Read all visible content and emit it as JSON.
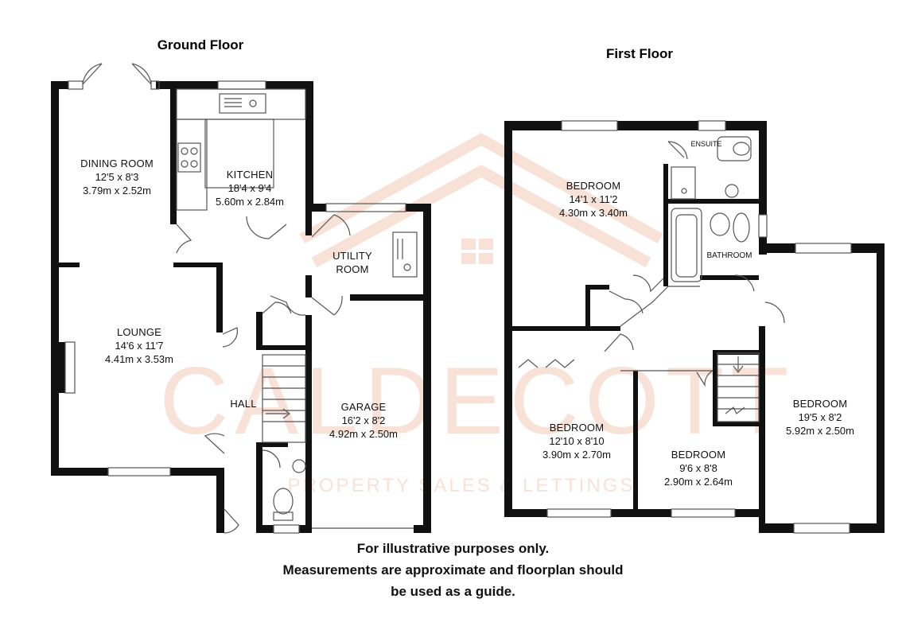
{
  "floors": {
    "ground": {
      "title": "Ground Floor",
      "rooms": {
        "dining": {
          "name": "DINING ROOM",
          "dim_imperial": "12'5 x 8'3",
          "dim_metric": "3.79m x 2.52m"
        },
        "kitchen": {
          "name": "KITCHEN",
          "dim_imperial": "18'4 x 9'4",
          "dim_metric": "5.60m x 2.84m"
        },
        "utility": {
          "name_line1": "UTILITY",
          "name_line2": "ROOM"
        },
        "lounge": {
          "name": "LOUNGE",
          "dim_imperial": "14'6 x 11'7",
          "dim_metric": "4.41m x 3.53m"
        },
        "hall": {
          "name": "HALL"
        },
        "garage": {
          "name": "GARAGE",
          "dim_imperial": "16'2 x 8'2",
          "dim_metric": "4.92m x 2.50m"
        }
      }
    },
    "first": {
      "title": "First Floor",
      "rooms": {
        "bedroom1": {
          "name": "BEDROOM",
          "dim_imperial": "14'1 x 11'2",
          "dim_metric": "4.30m x 3.40m"
        },
        "ensuite": {
          "name": "ENSUITE"
        },
        "bathroom": {
          "name": "BATHROOM"
        },
        "bedroom2": {
          "name": "BEDROOM",
          "dim_imperial": "12'10 x 8'10",
          "dim_metric": "3.90m x 2.70m"
        },
        "bedroom3": {
          "name": "BEDROOM",
          "dim_imperial": "9'6 x 8'8",
          "dim_metric": "2.90m x 2.64m"
        },
        "bedroom4": {
          "name": "BEDROOM",
          "dim_imperial": "19'5 x 8'2",
          "dim_metric": "5.92m x 2.50m"
        }
      }
    }
  },
  "watermark": {
    "name": "CALDECOTT",
    "tagline": "PROPERTY SALES & LETTINGS",
    "color": "#f3c9b8"
  },
  "disclaimer": {
    "line1": "For illustrative purposes only.",
    "line2": "Measurements are approximate and floorplan should",
    "line3": "be used as a guide."
  },
  "colors": {
    "wall": "#111111",
    "fixture": "#555555",
    "background": "#ffffff"
  }
}
